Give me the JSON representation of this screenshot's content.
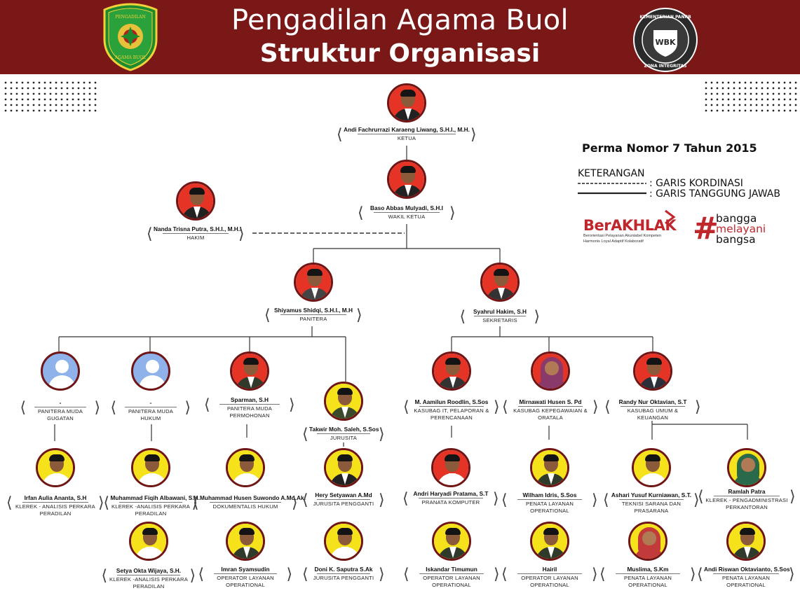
{
  "header": {
    "title": "Pengadilan Agama Buol",
    "subtitle": "Struktur Organisasi",
    "bg_color": "#7a1818",
    "left_logo": {
      "text": "PENGADILAN AGAMA BUOL",
      "icon": "court-emblem-icon"
    },
    "right_logo": {
      "text_top": "KEMENTERIAN PANRB",
      "text_bottom": "ZONA INTEGRITAS",
      "center": "WBK",
      "icon": "zona-integritas-badge-icon"
    }
  },
  "legend": {
    "perma": "Perma Nomor 7 Tahun 2015",
    "title": "KETERANGAN",
    "coordination": ": GARIS KORDINASI",
    "responsibility": ": GARIS TANGGUNG JAWAB"
  },
  "branding": {
    "berakhlak": "BerAKHLAK",
    "berakhlak_line1": "Berorientasi Pelayanan Akuntabel Kompeten",
    "berakhlak_line2": "Harmonis Loyal Adaptif Kolaboratif",
    "bangga_1": "bangga",
    "bangga_2": "melayani",
    "bangga_3": "bangsa",
    "accent_color": "#c0272d"
  },
  "people": [
    {
      "name": "Andi Fachrurrazi Karaeng Liwang, S.H.I., M.H.",
      "role": [
        "KETUA"
      ]
    },
    {
      "name": "Baso Abbas Mulyadi, S.H.I",
      "role": [
        "WAKIL KETUA"
      ]
    },
    {
      "name": "Nanda Trisna Putra, S.H.I., M.H.I",
      "role": [
        "HAKIM"
      ]
    },
    {
      "name": "Shiyamus Shidqi, S.H.I., M.H",
      "role": [
        "PANITERA"
      ]
    },
    {
      "name": "Syahrul Hakim, S.H",
      "role": [
        "SEKRETARIS"
      ]
    },
    {
      "name": "-",
      "role": [
        "PANITERA MUDA",
        "GUGATAN"
      ]
    },
    {
      "name": "-",
      "role": [
        "PANITERA MUDA",
        "HUKUM"
      ]
    },
    {
      "name": "Sparman, S.H",
      "role": [
        "PANITERA MUDA",
        "PERMOHONAN"
      ]
    },
    {
      "name": "Takwir Moh. Saleh, S.Sos",
      "role": [
        "JURUSITA"
      ]
    },
    {
      "name": "M. Aamilun Roodlin, S.Sos",
      "role": [
        "KASUBAG IT, PELAPORAN &",
        "PERENCANAAN"
      ]
    },
    {
      "name": "Mirnawati Husen S. Pd",
      "role": [
        "KASUBAG KEPEGAWAIAN &",
        "ORATALA"
      ]
    },
    {
      "name": "Randy Nur Oktavian, S.T",
      "role": [
        "KASUBAG UMUM &",
        "KEUANGAN"
      ]
    },
    {
      "name": "Irfan Aulia Ananta, S.H",
      "role": [
        "KLEREK - ANALISIS PERKARA",
        "PERADILAN"
      ]
    },
    {
      "name": "Muhammad Fiqih Albawani, S.H.",
      "role": [
        "KLEREK -ANALISIS PERKARA",
        "PERADILAN"
      ]
    },
    {
      "name": "Muhammad Husen Suwondo A.Md.Ak.",
      "role": [
        "DOKUMENTALIS HUKUM"
      ]
    },
    {
      "name": "Hery Setyawan A.Md",
      "role": [
        "JURUSITA PENGGANTI"
      ]
    },
    {
      "name": "Andri Haryadi Pratama, S.T",
      "role": [
        "PRANATA KOMPUTER"
      ]
    },
    {
      "name": "Wilham Idris, S.Sos",
      "role": [
        "PENATA LAYANAN",
        "OPERATIONAL"
      ]
    },
    {
      "name": "Ashari Yusuf Kurniawan, S.T.",
      "role": [
        "TEKNISI SARANA DAN",
        "PRASARANA"
      ]
    },
    {
      "name": "Ramlah Patra",
      "role": [
        "KLEREK - PENGADMINISTRASI",
        "PERKANTORAN"
      ]
    },
    {
      "name": "Setya Okta Wijaya, S.H.",
      "role": [
        "KLEREK -ANALISIS PERKARA",
        "PERADILAN"
      ]
    },
    {
      "name": "Imran Syamsudin",
      "role": [
        "OPERATOR LAYANAN",
        "OPERATIONAL"
      ]
    },
    {
      "name": "Doni K. Saputra S.Ak",
      "role": [
        "JURUSITA PENGGANTI"
      ]
    },
    {
      "name": "Iskandar Timumun",
      "role": [
        "OPERATOR LAYANAN",
        "OPERATIONAL"
      ]
    },
    {
      "name": "Hairil",
      "role": [
        "OPERATOR LAYANAN",
        "OPERATIONAL"
      ]
    },
    {
      "name": "Muslima, S.Km",
      "role": [
        "PENATA LAYANAN",
        "OPERATIONAL"
      ]
    },
    {
      "name": "Andi Riswan Oktavianto, S.Sos",
      "role": [
        "PENATA LAYANAN",
        "OPERATIONAL"
      ]
    }
  ]
}
